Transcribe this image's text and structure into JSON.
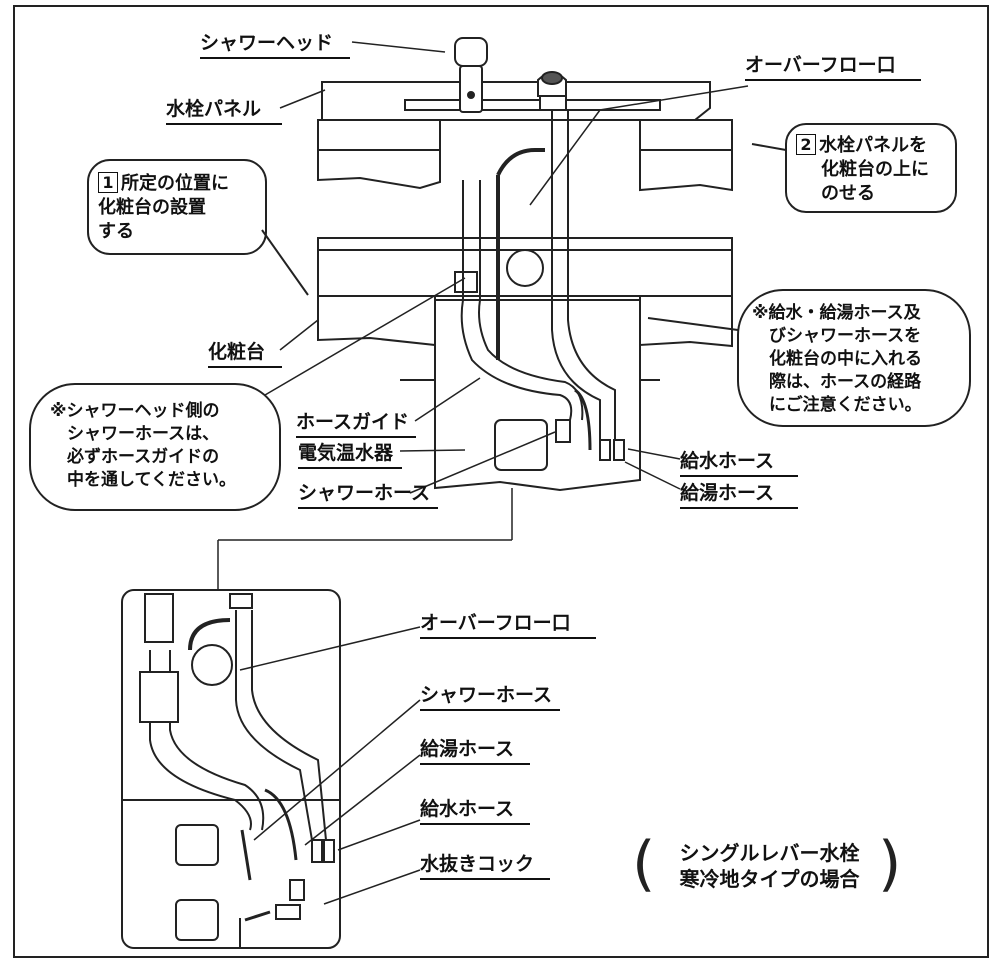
{
  "labels": {
    "shower_head": "シャワーヘッド",
    "faucet_panel": "水栓パネル",
    "overflow_top": "オーバーフロー口",
    "vanity": "化粧台",
    "hose_guide": "ホースガイド",
    "water_heater": "電気温水器",
    "shower_hose_top": "シャワーホース",
    "cold_hose_top": "給水ホース",
    "hot_hose_top": "給湯ホース",
    "overflow_bottom": "オーバーフロー口",
    "shower_hose_bottom": "シャワーホース",
    "hot_hose_bottom": "給湯ホース",
    "cold_hose_bottom": "給水ホース",
    "drain_cock": "水抜きコック"
  },
  "steps": {
    "step1": {
      "num": "1",
      "line1": "所定の位置に",
      "line2": "化粧台の設置",
      "line3": "する"
    },
    "step2": {
      "num": "2",
      "line1": "水栓パネルを",
      "line2": "化粧台の上に",
      "line3": "のせる"
    }
  },
  "notes": {
    "shower_note": {
      "line1": "※シャワーヘッド側の",
      "line2": "シャワーホースは、",
      "line3": "必ずホースガイドの",
      "line4": "中を通してください。"
    },
    "hose_note": {
      "line1": "※給水・給湯ホース及",
      "line2": "びシャワーホースを",
      "line3": "化粧台の中に入れる",
      "line4": "際は、ホースの経路",
      "line5": "にご注意ください。"
    }
  },
  "caption": {
    "line1": "シングルレバー水栓",
    "line2": "寒冷地タイプの場合"
  }
}
